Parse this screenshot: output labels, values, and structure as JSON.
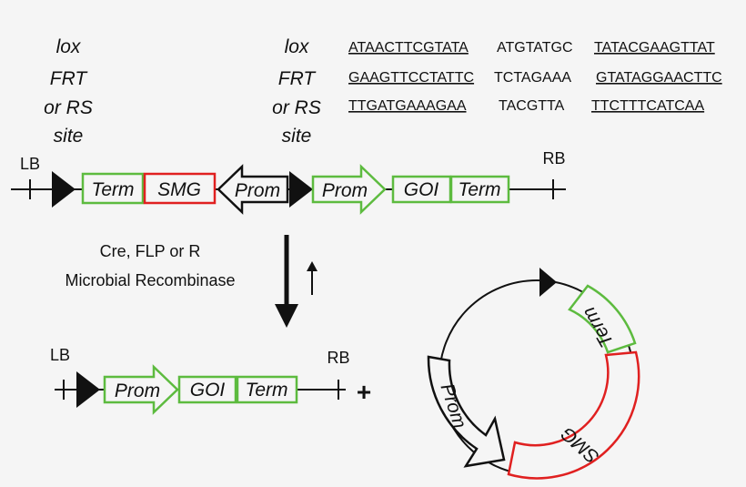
{
  "site_label": {
    "line1": "lox",
    "line2": "FRT",
    "line3": "or RS",
    "line4": "site"
  },
  "sequences": [
    [
      "ATAACTTCGTATA",
      "ATGTATGC",
      "TATACGAAGTTAT"
    ],
    [
      "GAAGTTCCTATTC",
      "TCTAGAAA",
      "GTATAGGAACTTC"
    ],
    [
      "TTGATGAAAGAA",
      "TACGTTA",
      "TTCTTTCATCAA"
    ]
  ],
  "top_construct": {
    "lb": "LB",
    "rb": "RB",
    "term1": "Term",
    "smg": "SMG",
    "prom_rev": "Prom",
    "prom": "Prom",
    "goi": "GOI",
    "term2": "Term"
  },
  "recombinase": {
    "line1": "Cre, FLP or R",
    "line2": "Microbial Recombinase"
  },
  "bottom_construct": {
    "lb": "LB",
    "rb": "RB",
    "prom": "Prom",
    "goi": "GOI",
    "term": "Term",
    "plus": "+"
  },
  "circle": {
    "prom": "Prom",
    "smg": "SMG",
    "term": "Term"
  },
  "colors": {
    "green": "#5dbb3f",
    "red": "#e02020",
    "black": "#111111",
    "bg": "#f5f5f5"
  }
}
